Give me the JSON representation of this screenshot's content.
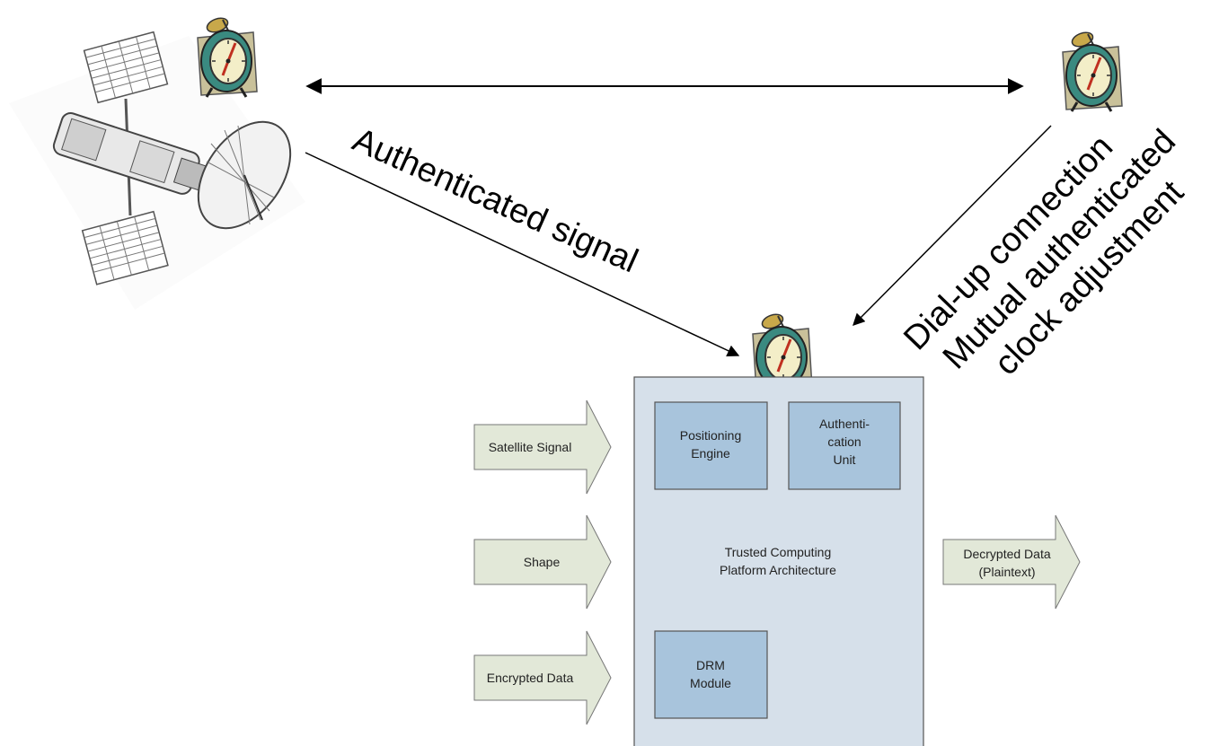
{
  "labels": {
    "authenticated_signal": "Authenticated signal",
    "dialup_lines": [
      "Dial-up connection",
      "Mutual authenticated",
      "clock adjustment"
    ]
  },
  "platform": {
    "title_lines": [
      "Trusted Computing",
      "Platform Architecture"
    ],
    "positioning_engine": [
      "Positioning",
      "Engine"
    ],
    "authentication_unit": [
      "Authenti-",
      "cation",
      "Unit"
    ],
    "drm_module": [
      "DRM",
      "Module"
    ]
  },
  "inputs": {
    "satellite_signal": "Satellite Signal",
    "shape": "Shape",
    "encrypted_data": "Encrypted Data"
  },
  "output": {
    "decrypted_lines": [
      "Decrypted Data",
      "(Plaintext)"
    ]
  },
  "icons": [
    "satellite-icon",
    "alarm-clock-icon"
  ],
  "colors": {
    "platform_fill": "#d6e0ea",
    "component_fill": "#a8c4dc",
    "io_arrow_fill": "#e2e8d8",
    "clock_teal": "#3a8a80"
  }
}
